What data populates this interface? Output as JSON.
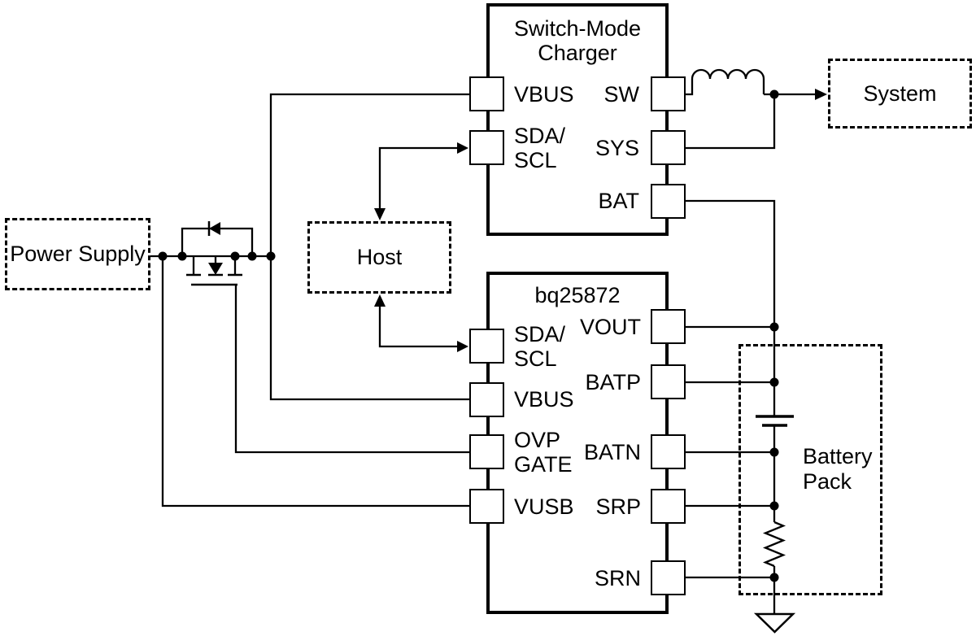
{
  "palette": {
    "background": "#ffffff",
    "line": "#000000",
    "text": "#000000"
  },
  "blocks": {
    "charger": {
      "title": "Switch-Mode\nCharger",
      "pins_left": [
        {
          "label": "VBUS"
        },
        {
          "label": "SDA/\nSCL"
        }
      ],
      "pins_right": [
        {
          "label": "SW"
        },
        {
          "label": "SYS"
        },
        {
          "label": "BAT"
        }
      ]
    },
    "bq25872": {
      "title": "bq25872",
      "pins_left": [
        {
          "label": "SDA/\nSCL"
        },
        {
          "label": "VBUS"
        },
        {
          "label": "OVP\nGATE"
        },
        {
          "label": "VUSB"
        }
      ],
      "pins_right": [
        {
          "label": "VOUT"
        },
        {
          "label": "BATP"
        },
        {
          "label": "BATN"
        },
        {
          "label": "SRP"
        },
        {
          "label": "SRN"
        }
      ]
    },
    "power_supply": {
      "label": "Power Supply"
    },
    "host": {
      "label": "Host"
    },
    "system": {
      "label": "System"
    },
    "battery_pack": {
      "label": "Battery\nPack"
    }
  },
  "symbols": {
    "inductor": "inductor between SW and system node",
    "ovp_pfet": "P-FET with body diode on input path",
    "bypass_diode": "reverse diode across FET",
    "battery_cell": "battery cell inside battery pack",
    "sense_resistor": "current sense resistor SRP-SRN",
    "ground": "ground at bottom of battery stack"
  }
}
